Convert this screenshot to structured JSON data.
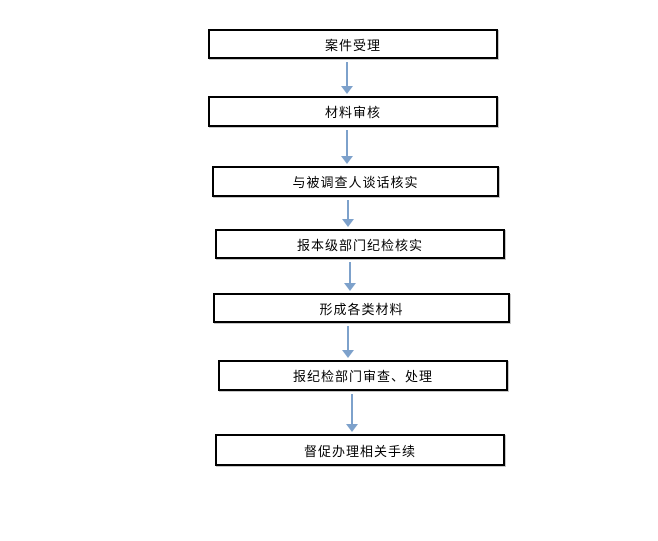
{
  "flowchart": {
    "title": "",
    "steps": [
      {
        "label": "案件受理"
      },
      {
        "label": "材料审核"
      },
      {
        "label": "与被调查人谈话核实"
      },
      {
        "label": "报本级部门纪检核实"
      },
      {
        "label": "形成各类材料"
      },
      {
        "label": "报纪检部门审查、处理"
      },
      {
        "label": "督促办理相关手续"
      }
    ],
    "connector_type": "arrow-down"
  },
  "colors": {
    "arrow": "#7da1cb",
    "box_border": "#000000",
    "text": "#000000",
    "background": "#ffffff"
  }
}
